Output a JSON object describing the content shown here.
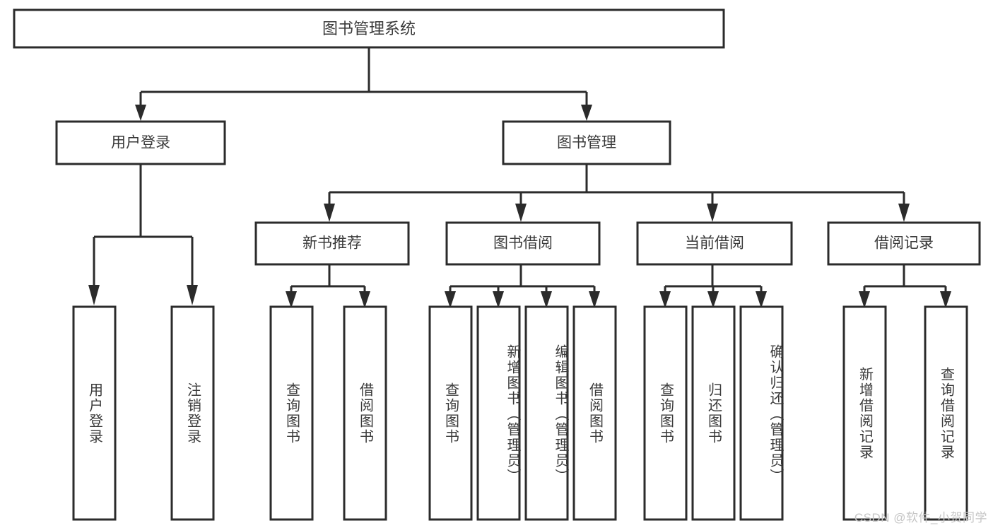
{
  "diagram": {
    "type": "tree-hierarchy",
    "title": "图书管理系统",
    "orientation": "top-down",
    "colors": {
      "box_stroke": "#2b2b2b",
      "box_fill": "#ffffff",
      "text": "#3a3a3a",
      "background": "#ffffff",
      "watermark": "#c6c6c6"
    },
    "root": {
      "label": "图书管理系统"
    },
    "level2": [
      {
        "label": "用户登录"
      },
      {
        "label": "图书管理"
      }
    ],
    "level3": [
      {
        "label": "新书推荐"
      },
      {
        "label": "图书借阅"
      },
      {
        "label": "当前借阅"
      },
      {
        "label": "借阅记录"
      }
    ],
    "leaves": {
      "user_login": [
        {
          "label": "用户登录"
        },
        {
          "label": "注销登录"
        }
      ],
      "new_book_recommend": [
        {
          "label": "查询图书"
        },
        {
          "label": "借阅图书"
        }
      ],
      "book_borrow": [
        {
          "label": "查询图书"
        },
        {
          "label": "新增图书（管理员）"
        },
        {
          "label": "编辑图书（管理员）"
        },
        {
          "label": "借阅图书"
        }
      ],
      "current_borrow": [
        {
          "label": "查询图书"
        },
        {
          "label": "归还图书"
        },
        {
          "label": "确认归还（管理员）"
        }
      ],
      "borrow_record": [
        {
          "label": "新增借阅记录"
        },
        {
          "label": "查询借阅记录"
        }
      ]
    },
    "watermark": "CSDN @软件_小贺同学"
  }
}
